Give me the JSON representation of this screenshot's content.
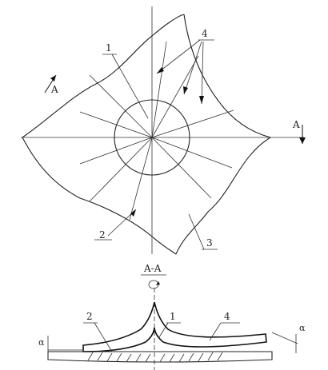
{
  "labels": {
    "core": "1",
    "inner_layer": "2",
    "outer_edge": "3",
    "panel": "4",
    "section_marker_left": "A",
    "section_marker_right": "A",
    "section_title": "A-A",
    "angle_left": "α",
    "angle_right": "α"
  },
  "colors": {
    "line": "#222222",
    "background": "#ffffff"
  }
}
